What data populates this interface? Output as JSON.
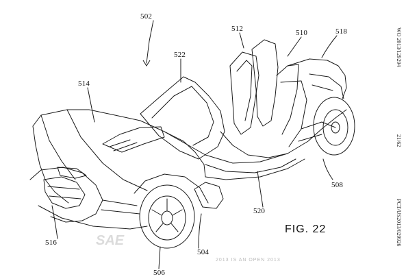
{
  "figure": {
    "label": "FIG. 22",
    "side_left_top": "WO 2013/129294",
    "side_page": "21/62",
    "side_left_bottom": "PCT/US2013/029926",
    "watermark": "SAE",
    "watermark_sub": "2013 IS AN OPEN 2013"
  },
  "reference_numerals": {
    "r502": "502",
    "r512": "512",
    "r510": "510",
    "r518": "518",
    "r522": "522",
    "r514": "514",
    "r508": "508",
    "r520": "520",
    "r516": "516",
    "r504": "504",
    "r506": "506"
  },
  "colors": {
    "line": "#1a1a1a",
    "background": "#ffffff",
    "watermark": "#bebebe"
  }
}
